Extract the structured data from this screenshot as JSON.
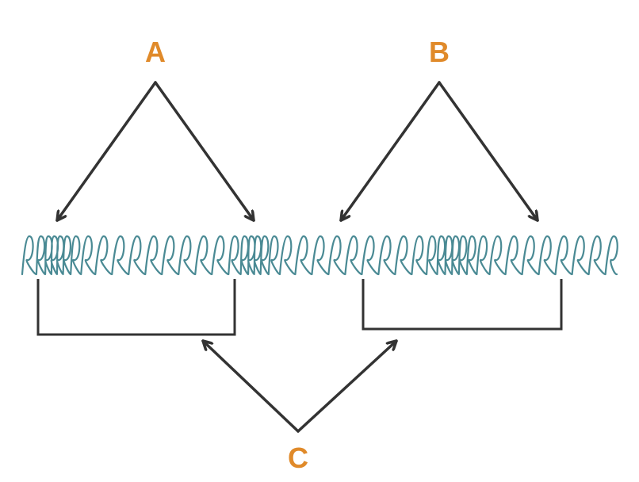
{
  "labels": {
    "a": "A",
    "b": "B",
    "c": "C"
  },
  "colors": {
    "label": "#e08a2a",
    "spring": "#4a8a94",
    "arrow": "#333333",
    "bracket": "#333333"
  }
}
